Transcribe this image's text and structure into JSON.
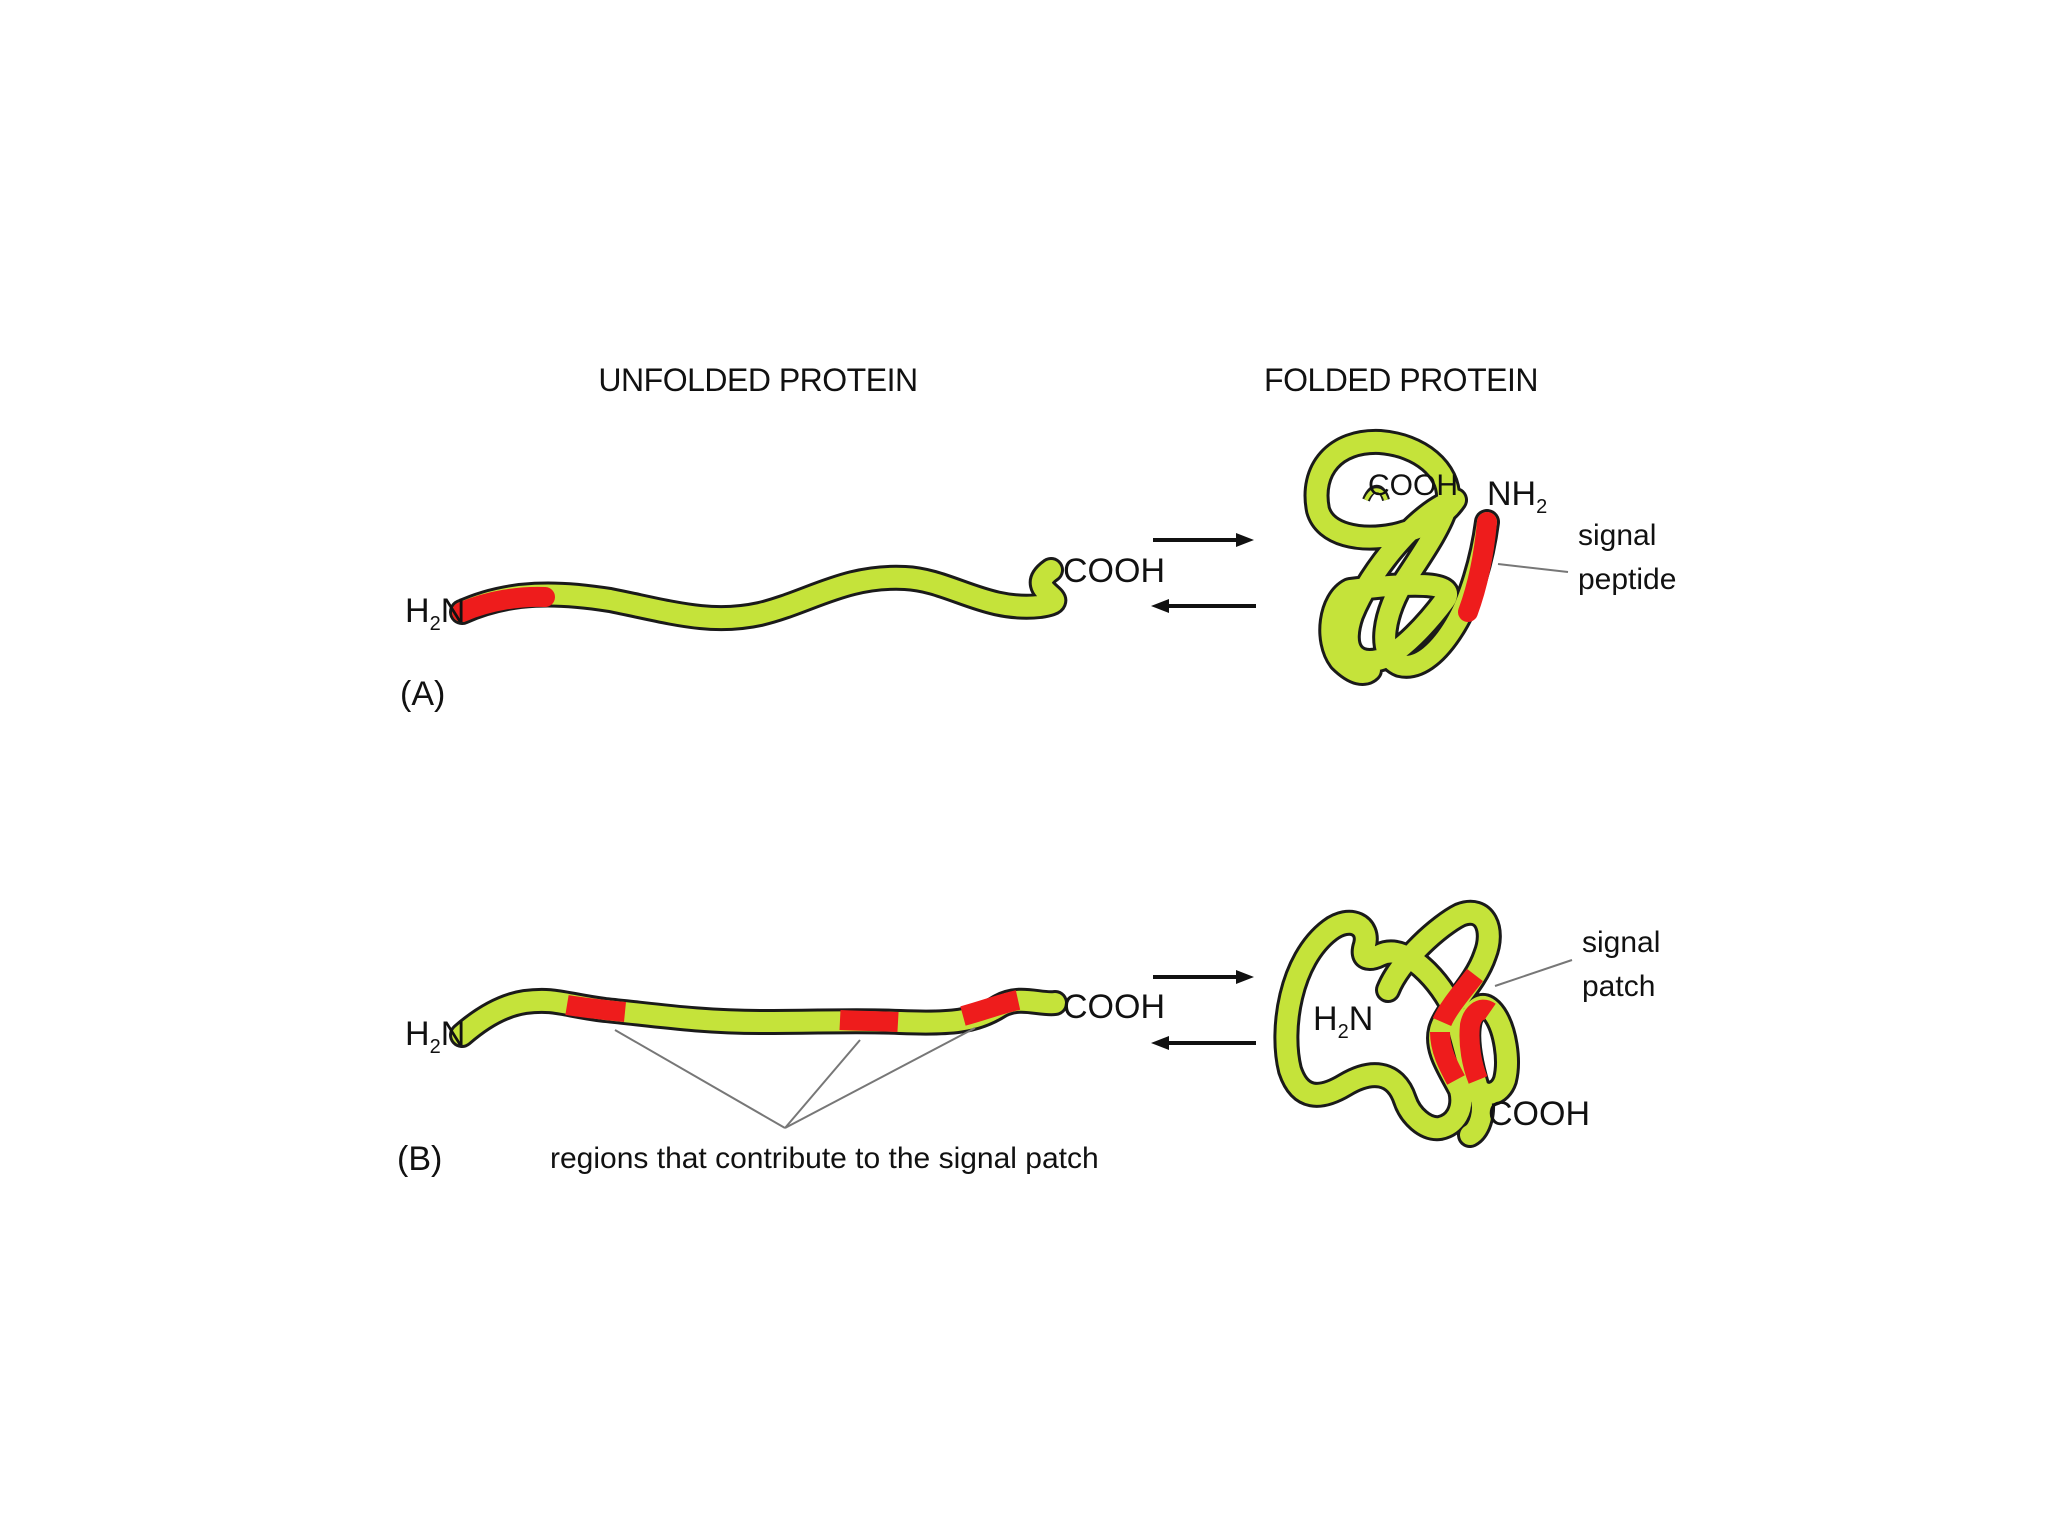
{
  "headers": {
    "unfolded": "UNFOLDED PROTEIN",
    "folded": "FOLDED PROTEIN"
  },
  "panel_a": {
    "letter": "(A)",
    "n_terminus": "H",
    "n_terminus_sub": "2",
    "n_terminus_end": "N",
    "c_terminus": "COOH",
    "folded_c_terminus": "COOH",
    "folded_n_terminus": "NH",
    "folded_n_terminus_sub": "2",
    "callout_line1": "signal",
    "callout_line2": "peptide"
  },
  "panel_b": {
    "letter": "(B)",
    "n_terminus": "H",
    "n_terminus_sub": "2",
    "n_terminus_end": "N",
    "c_terminus": "COOH",
    "folded_n_terminus": "H",
    "folded_n_terminus_sub": "2",
    "folded_n_terminus_end": "N",
    "folded_c_terminus": "COOH",
    "callout_line1": "signal",
    "callout_line2": "patch",
    "regions_label": "regions that contribute to the signal patch"
  },
  "colors": {
    "chain_fill": "#c5e33a",
    "signal": "#ee1c1c",
    "outline": "#1a1a1a"
  }
}
